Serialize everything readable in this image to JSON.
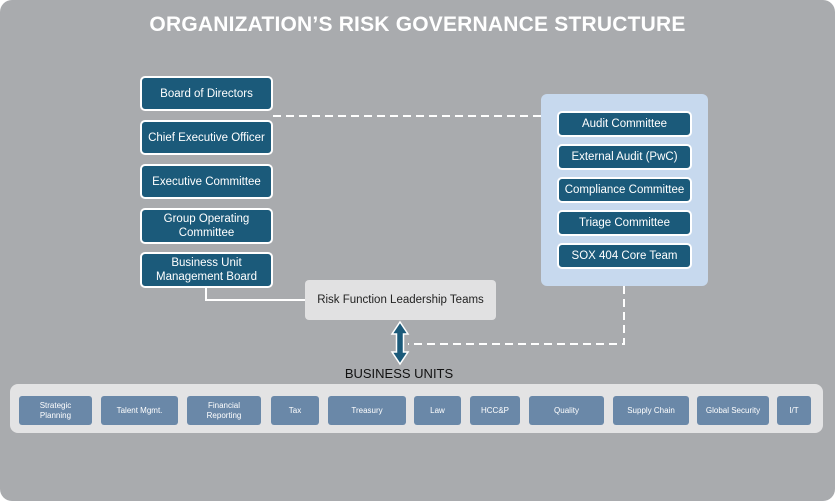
{
  "title": "ORGANIZATION’S RISK GOVERNANCE STRUCTURE",
  "chain": [
    "Board of Directors",
    "Chief Executive Officer",
    "Executive Committee",
    "Group Operating\nCommittee",
    "Business Unit\nManagement Board"
  ],
  "oversight": [
    "Audit Committee",
    "External Audit (PwC)",
    "Compliance Committee",
    "Triage Committee",
    "SOX 404 Core Team"
  ],
  "risk_function": "Risk Function Leadership Teams",
  "business_units_title": "BUSINESS UNITS",
  "business_units": [
    "Strategic\nPlanning",
    "Talent Mgmt.",
    "Financial\nReporting",
    "Tax",
    "Treasury",
    "Law",
    "HCC&P",
    "Quality",
    "Supply Chain",
    "Global Security",
    "I/T"
  ],
  "colors": {
    "background": "#a9abae",
    "box_fill": "#1b5a7a",
    "panel_fill": "#c7d9ee",
    "unit_fill": "#6a88a8",
    "risk_fill": "#e1e1e2",
    "bar_fill": "#e3e3e4"
  }
}
